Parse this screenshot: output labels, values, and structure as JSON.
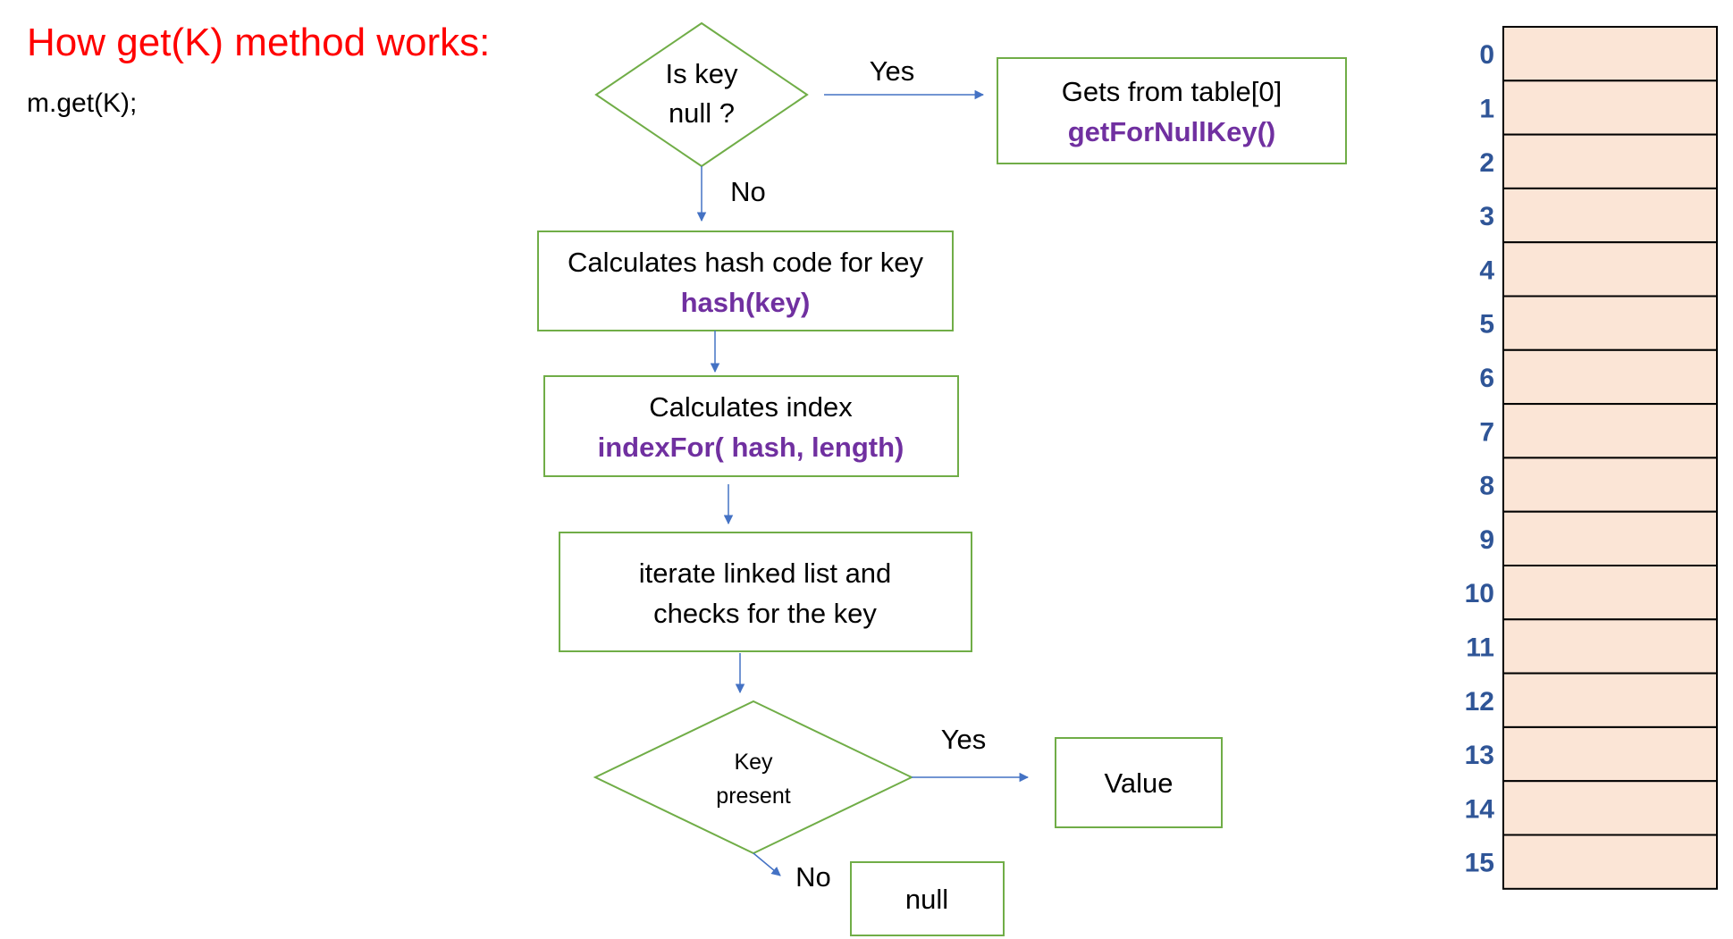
{
  "title": "How get(K) method works:",
  "code_line": "m.get(K);",
  "nodes": {
    "is_key_null": {
      "line1": "Is key",
      "line2": "null ?"
    },
    "null_key_box": {
      "line1": "Gets from table[0]",
      "line2": "getForNullKey()"
    },
    "hash_box": {
      "line1": "Calculates hash code for key",
      "line2": "hash(key)"
    },
    "index_box": {
      "line1": "Calculates index",
      "line2": "indexFor( hash, length)"
    },
    "iterate_box": {
      "line1": "iterate linked list and",
      "line2": "checks for the key"
    },
    "key_present": {
      "line1": "Key",
      "line2": "present"
    },
    "value_box": {
      "label": "Value"
    },
    "null_box": {
      "label": "null"
    }
  },
  "edges": {
    "null_yes": "Yes",
    "null_no": "No",
    "present_yes": "Yes",
    "present_no": "No"
  },
  "table_indices": [
    "0",
    "1",
    "2",
    "3",
    "4",
    "5",
    "6",
    "7",
    "8",
    "9",
    "10",
    "11",
    "12",
    "13",
    "14",
    "15"
  ],
  "colors": {
    "title": "#ff0000",
    "function": "#7030a0",
    "box_border": "#70ad47",
    "arrow": "#4472c4",
    "cell_fill": "#fbe5d6",
    "index_text": "#2f5597"
  }
}
